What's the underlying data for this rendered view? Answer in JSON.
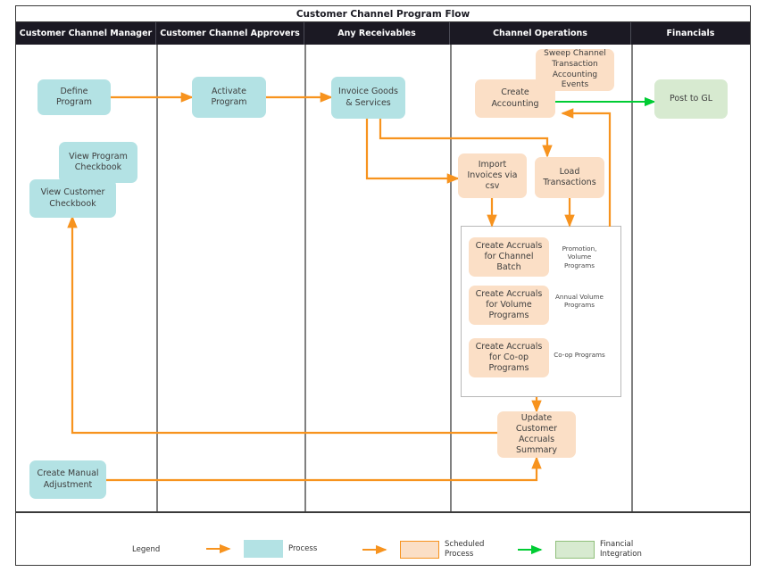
{
  "diagram": {
    "title": "Customer Channel Program Flow",
    "type": "swimlane-flowchart"
  },
  "lanes": [
    {
      "id": "customer-channel-manager",
      "label": "Customer Channel Manager"
    },
    {
      "id": "customer-channel-approvers",
      "label": "Customer Channel Approvers"
    },
    {
      "id": "any-receivables",
      "label": "Any Receivables"
    },
    {
      "id": "channel-operations",
      "label": "Channel Operations"
    },
    {
      "id": "financials",
      "label": "Financials"
    }
  ],
  "nodes": [
    {
      "id": "define-program",
      "label": "Define Program",
      "kind": "process",
      "lane": "customer-channel-manager"
    },
    {
      "id": "view-program-checkbook",
      "label": "View Program Checkbook",
      "kind": "process",
      "lane": "customer-channel-manager"
    },
    {
      "id": "view-customer-checkbook",
      "label": "View Customer Checkbook",
      "kind": "process",
      "lane": "customer-channel-manager"
    },
    {
      "id": "create-manual-adjustment",
      "label": "Create Manual Adjustment",
      "kind": "process",
      "lane": "customer-channel-manager"
    },
    {
      "id": "activate-program",
      "label": "Activate Program",
      "kind": "process",
      "lane": "customer-channel-approvers"
    },
    {
      "id": "invoice-goods-services",
      "label": "Invoice Goods & Services",
      "kind": "process",
      "lane": "any-receivables"
    },
    {
      "id": "create-accounting",
      "label": "Create Accounting",
      "kind": "sched",
      "lane": "channel-operations"
    },
    {
      "id": "sweep-channel-events",
      "label": "Sweep Channel Transaction Accounting Events",
      "kind": "sched",
      "lane": "channel-operations"
    },
    {
      "id": "import-invoices-via-csv",
      "label": "Import Invoices via csv",
      "kind": "sched",
      "lane": "channel-operations"
    },
    {
      "id": "load-transactions",
      "label": "Load Transactions",
      "kind": "sched",
      "lane": "channel-operations"
    },
    {
      "id": "create-accruals-channel-batch",
      "label": "Create Accruals for Channel Batch",
      "kind": "sched",
      "lane": "channel-operations"
    },
    {
      "id": "create-accruals-volume-programs",
      "label": "Create Accruals for Volume Programs",
      "kind": "sched",
      "lane": "channel-operations"
    },
    {
      "id": "create-accruals-coop-programs",
      "label": "Create Accruals for Co-op Programs",
      "kind": "sched",
      "lane": "channel-operations"
    },
    {
      "id": "update-customer-accruals-summary",
      "label": "Update Customer Accruals Summary",
      "kind": "sched",
      "lane": "channel-operations"
    },
    {
      "id": "post-to-gl",
      "label": "Post to GL",
      "kind": "fin",
      "lane": "financials"
    }
  ],
  "annotations": [
    {
      "id": "note-channel-batch",
      "text": "Promotion, Volume Programs"
    },
    {
      "id": "note-volume-programs",
      "text": "Annual Volume Programs"
    },
    {
      "id": "note-coop-programs",
      "text": "Co-op Programs"
    }
  ],
  "legend": {
    "label": "Legend",
    "items": [
      {
        "id": "legend-process",
        "text": "Process",
        "swatch": "#b3e2e4",
        "border": "#b3e2e4",
        "arrow": "#f7931e"
      },
      {
        "id": "legend-scheduled-process",
        "text": "Scheduled Process",
        "swatch": "#fbdfc6",
        "border": "#f7931e",
        "arrow": "#f7931e"
      },
      {
        "id": "legend-financial-integration",
        "text": "Financial Integration",
        "swatch": "#d7ead0",
        "border": "#8fbf7a",
        "arrow": "#00cc33"
      }
    ]
  },
  "colors": {
    "process": "#b3e2e4",
    "scheduled": "#fbdfc6",
    "financial": "#d7ead0",
    "flow_arrow": "#f7931e",
    "integration_arrow": "#00cc33",
    "header_bg": "#1b1923",
    "header_text": "#ffffff",
    "lane_divider": "#808080",
    "frame_border": "#3a3a3a"
  }
}
